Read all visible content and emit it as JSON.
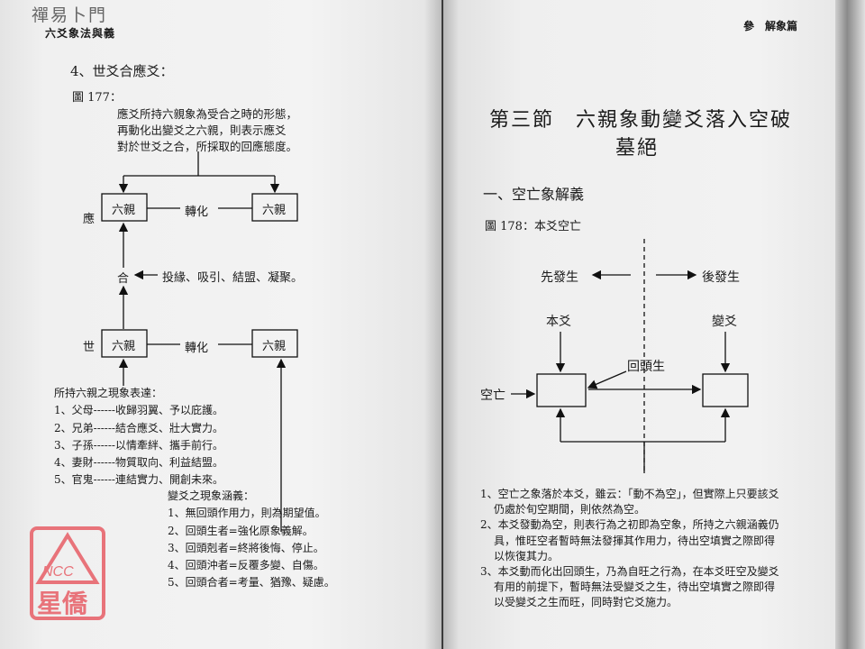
{
  "left_page": {
    "running_title": "禪易卜門",
    "running_subtitle": "六爻象法與義",
    "section_heading": "4、世爻合應爻：",
    "figure_label": "圖 177：",
    "intro_lines": [
      "應爻所持六親象為受合之時的形態，",
      "再動化出變爻之六親，則表示應爻",
      "對於世爻之合，所採取的回應態度。"
    ],
    "diagram": {
      "ying": "應",
      "shi": "世",
      "he": "合",
      "box_label": "六親",
      "transform": "轉化",
      "he_note": "投緣、吸引、結盟、凝聚。"
    },
    "held_title": "所持六親之現象表達：",
    "held_items": [
      "1、父母------收歸羽翼、予以庇護。",
      "2、兄弟------結合應爻、壯大實力。",
      "3、子孫------以情牽絆、攜手前行。",
      "4、妻財------物質取向、利益結盟。",
      "5、官鬼------連結實力、開創未來。"
    ],
    "change_title": "變爻之現象涵義：",
    "change_items": [
      "1、無回頭作用力，則為期望值。",
      "2、回頭生者=強化原象義解。",
      "3、回頭剋者=終將後悔、停止。",
      "4、回頭沖者=反覆多變、自傷。",
      "5、回頭合者=考量、猶豫、疑慮。"
    ]
  },
  "right_page": {
    "running_title": "參　解象篇",
    "chapter_title_line1": "第三節　六親象動變爻落入空破",
    "chapter_title_line2": "墓絕",
    "section_heading": "一、空亡象解義",
    "figure_label": "圖 178：本爻空亡",
    "diagram": {
      "before": "先發生",
      "after": "後發生",
      "ben": "本爻",
      "bian": "變爻",
      "huitou": "回頭生",
      "kongwang": "空亡"
    },
    "notes": [
      [
        "1、空亡之象落於本爻，雖云：「動不為空」，但實際上只要該爻",
        "仍處於旬空期間，則依然為空。"
      ],
      [
        "2、本爻發動為空，則表行為之初即為空象，所持之六親涵義仍",
        "具，惟旺空者暫時無法發揮其作用力，待出空填實之際即得",
        "以恢復其力。"
      ],
      [
        "3、本爻動而化出回頭生，乃為自旺之行為，在本爻旺空及變爻",
        "有用的前提下，暫時無法受變爻之生，待出空填實之際即得",
        "以受變爻之生而旺，同時對它爻施力。"
      ]
    ]
  },
  "watermark": {
    "line1": "NCC",
    "line2": "星僑",
    "color": "#e8737a"
  }
}
